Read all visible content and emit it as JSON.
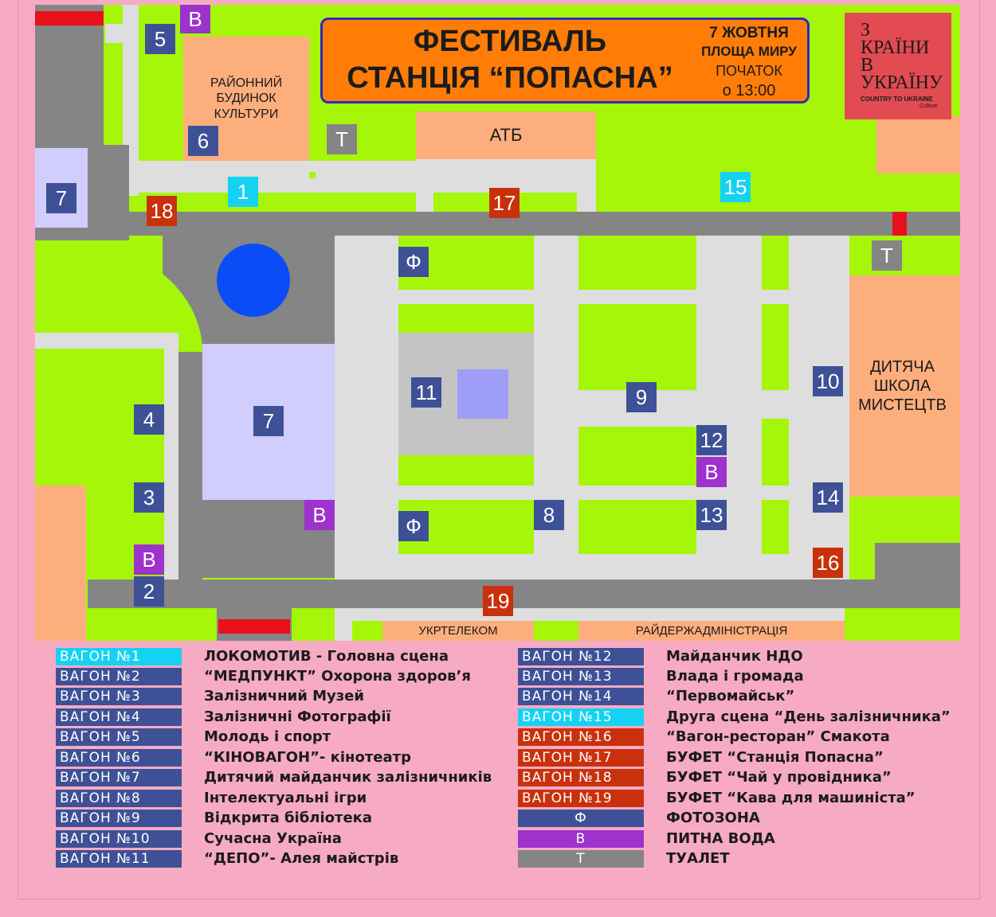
{
  "title": {
    "line1": "ФЕСТИВАЛЬ",
    "line2": "СТАНЦІЯ “ПОПАСНА”",
    "date": "7 ЖОВТНЯ",
    "place": "ПЛОЩА МИРУ",
    "start": "ПОЧАТОК",
    "time": "о 13:00"
  },
  "logo": {
    "l1": "З",
    "l2": "КРАЇНИ",
    "l3": "В",
    "l4": "УКРАЇНУ",
    "sub": "COUNTRY TO UKRAINE",
    "sub2": "Culture"
  },
  "buildings": {
    "culture_house": "РАЙОННИЙ БУДИНОК КУЛЬТУРИ",
    "atb": "АТБ",
    "art_school": "ДИТЯЧА ШКОЛА МИСТЕЦТВ",
    "ukrtelecom": "УКРТЕЛЕКОМ",
    "district_admin": "РАЙДЕРЖАДМІНІСТРАЦІЯ"
  },
  "markers": {
    "m1": "1",
    "m2": "2",
    "m3": "3",
    "m4": "4",
    "m5": "5",
    "m6": "6",
    "m7": "7",
    "m8": "8",
    "m9": "9",
    "m10": "10",
    "m11": "11",
    "m12": "12",
    "m13": "13",
    "m14": "14",
    "m15": "15",
    "m16": "16",
    "m17": "17",
    "m18": "18",
    "m19": "19",
    "water": "В",
    "photo": "Ф",
    "toilet": "Т"
  },
  "legend_left": [
    {
      "label": "ВАГОН №1",
      "desc": "ЛОКОМОТИВ - Головна сцена",
      "color": "#15d2f2"
    },
    {
      "label": "ВАГОН №2",
      "desc": "“МЕДПУНКТ” Охорона здоров’я",
      "color": "#3e5196"
    },
    {
      "label": "ВАГОН №3",
      "desc": "Залізничний Музей",
      "color": "#3e5196"
    },
    {
      "label": "ВАГОН №4",
      "desc": "Залізничні  Фотографії",
      "color": "#3e5196"
    },
    {
      "label": "ВАГОН №5",
      "desc": "Молодь і спорт",
      "color": "#3e5196"
    },
    {
      "label": "ВАГОН №6",
      "desc": "“КІНОВАГОН”- кінотеатр",
      "color": "#3e5196"
    },
    {
      "label": "ВАГОН №7",
      "desc": "Дитячий майданчик залізничників",
      "color": "#3e5196"
    },
    {
      "label": "ВАГОН №8",
      "desc": "Інтелектуальні ігри",
      "color": "#3e5196"
    },
    {
      "label": "ВАГОН №9",
      "desc": "Відкрита бібліотека",
      "color": "#3e5196"
    },
    {
      "label": "ВАГОН №10",
      "desc": "Сучасна Україна",
      "color": "#3e5196"
    },
    {
      "label": "ВАГОН №11",
      "desc": "“ДЕПО”- Алея майстрів",
      "color": "#3e5196"
    }
  ],
  "legend_right": [
    {
      "label": "ВАГОН №12",
      "desc": "Майданчик НДО",
      "color": "#3e5196"
    },
    {
      "label": "ВАГОН №13",
      "desc": "Влада і громада",
      "color": "#3e5196"
    },
    {
      "label": "ВАГОН №14",
      "desc": "“Первомайськ”",
      "color": "#3e5196"
    },
    {
      "label": "ВАГОН №15",
      "desc": "Друга сцена “День залізничника”",
      "color": "#15d2f2"
    },
    {
      "label": "ВАГОН №16",
      "desc": "“Вагон-ресторан” Смакота",
      "color": "#c9310c"
    },
    {
      "label": "ВАГОН №17",
      "desc": "БУФЕТ “Станція Попасна”",
      "color": "#c9310c"
    },
    {
      "label": "ВАГОН №18",
      "desc": "БУФЕТ “Чай у провідника”",
      "color": "#c9310c"
    },
    {
      "label": "ВАГОН №19",
      "desc": "БУФЕТ “Кава для машиніста”",
      "color": "#c9310c"
    },
    {
      "label": "Ф",
      "desc": "ФОТОЗОНА",
      "color": "#3e5196"
    },
    {
      "label": "В",
      "desc": "ПИТНА ВОДА",
      "color": "#9d32cc"
    },
    {
      "label": "Т",
      "desc": "ТУАЛЕТ",
      "color": "#858585"
    }
  ],
  "colors": {
    "grass": "#a6f60a",
    "road": "#858585",
    "plaza": "#dedede",
    "building": "#fdae7d",
    "playground": "#d1cdfd",
    "fountain": "#0a4cf6",
    "background": "#f6aac4",
    "title_bg": "#ff7d07",
    "logo_bg": "#e34b53"
  }
}
